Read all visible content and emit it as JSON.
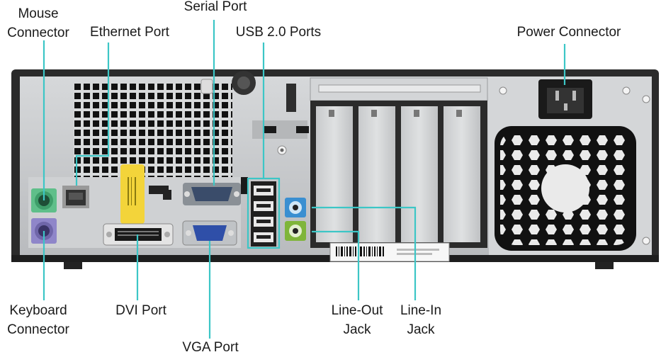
{
  "labels": {
    "mouse_connector": [
      "Mouse",
      "Connector"
    ],
    "ethernet_port": "Ethernet Port",
    "serial_port": "Serial Port",
    "usb_ports": "USB 2.0 Ports",
    "power_connector": "Power Connector",
    "keyboard_connector": [
      "Keyboard",
      "Connector"
    ],
    "dvi_port": "DVI Port",
    "vga_port": "VGA Port",
    "line_out_jack": [
      "Line-Out",
      "Jack"
    ],
    "line_in_jack": [
      "Line-In",
      "Jack"
    ]
  },
  "colors": {
    "leader_line": "#3cc6c6",
    "chassis": "#2a2a2a",
    "panel": "#c9cbcd",
    "mouse_port": "#5fbf8a",
    "keyboard_port": "#8f86c9",
    "vga_port": "#2f4fa8",
    "line_in_port": "#7fb53a",
    "line_out_port": "#3a8fd1",
    "sticker": "#f3d43a"
  }
}
